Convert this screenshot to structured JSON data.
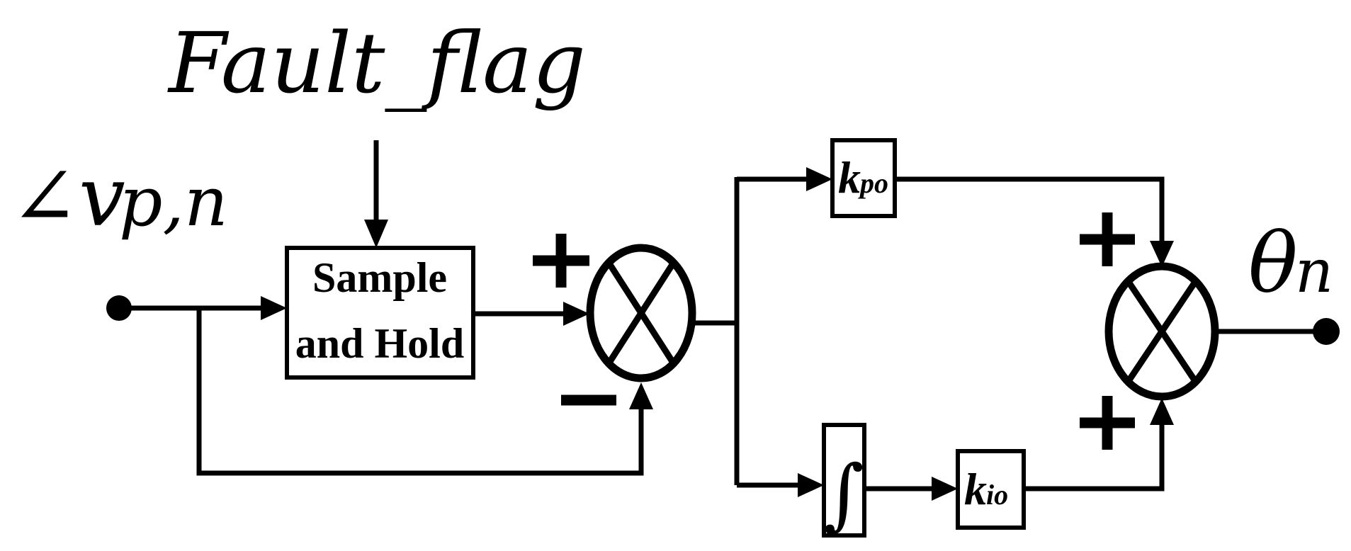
{
  "labels": {
    "fault_flag": "Fault_flag",
    "input_angle": "∠v",
    "input_subscript": "p,n",
    "output_theta": "θ",
    "output_subscript": "n"
  },
  "blocks": {
    "sample_hold_line1": "Sample",
    "sample_hold_line2": "and Hold",
    "kpo_main": "k",
    "kpo_sub": "po",
    "kio_main": "k",
    "kio_sub": "io",
    "integrator_symbol": "∫"
  },
  "signs": {
    "sum1_top": "+",
    "sum1_bottom": "−",
    "sum2_top": "+",
    "sum2_bottom": "+"
  },
  "colors": {
    "stroke": "#000000",
    "background": "#ffffff"
  }
}
